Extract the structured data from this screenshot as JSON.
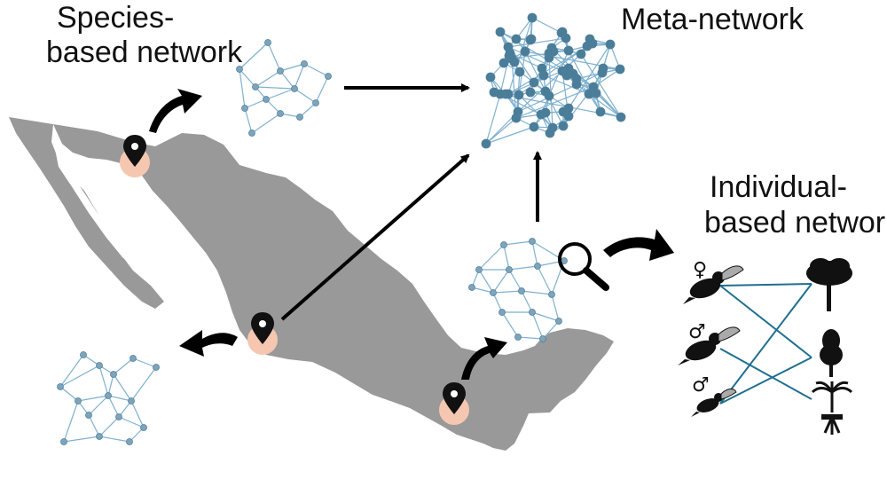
{
  "labels": {
    "species_line1": "Species-",
    "species_line2": "based network",
    "meta": "Meta-network",
    "individual_line1": "Individual-",
    "individual_line2": "based network"
  },
  "symbols": {
    "female": "♀",
    "male": "♂"
  },
  "colors": {
    "map": "#999999",
    "network_edge": "#7fb1cf",
    "network_node": "#7ea4bb",
    "node_stroke": "#4f7f9c",
    "meta_node": "#4a7d98",
    "pin_circle": "#f5c7b0",
    "arrow": "#000000",
    "bipartite_edge": "#1f6f8f"
  },
  "icons": [
    "location-pin-icon",
    "magnifier-icon",
    "toucan-icon",
    "tree-icon",
    "palm-icon",
    "curved-arrow-icon"
  ]
}
